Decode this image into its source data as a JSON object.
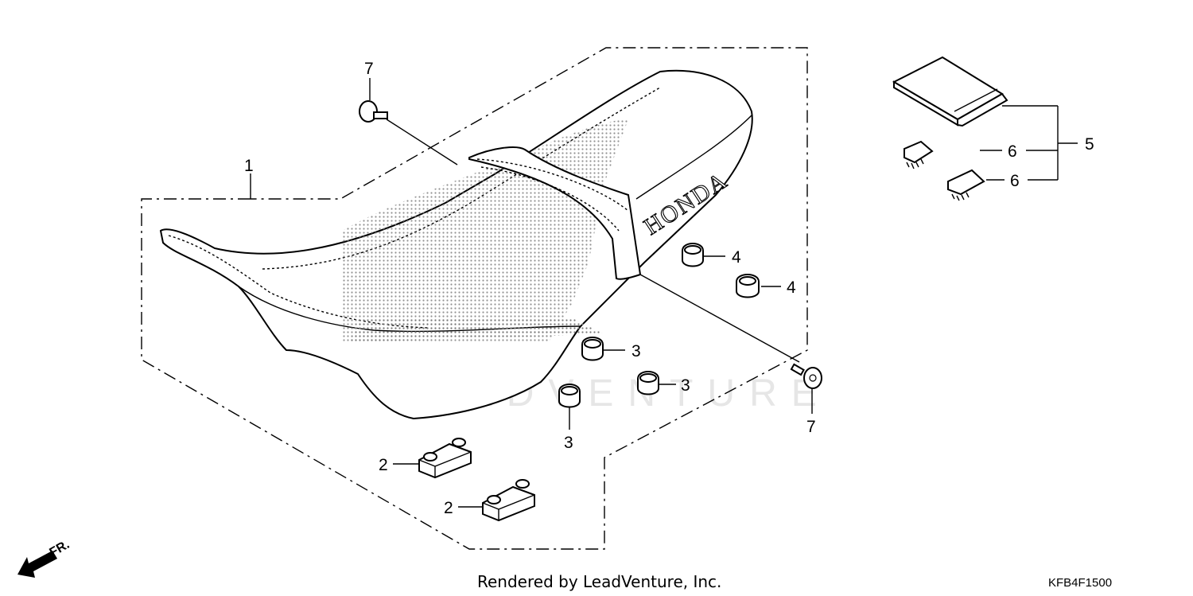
{
  "callouts": {
    "seat": "1",
    "block_a": "2",
    "block_b": "2",
    "cush_a": "3",
    "cush_b": "3",
    "cush_c": "3",
    "cush_d": "4",
    "cush_e": "4",
    "kit": "5",
    "clip_a": "6",
    "clip_b": "6",
    "bolt_a": "7",
    "bolt_b": "7"
  },
  "seat_brand_text": "HONDA",
  "direction_label": "FR.",
  "watermark": "LEADVENTURE",
  "footer_text": "Rendered by LeadVenture, Inc.",
  "diagram_code": "KFB4F1500"
}
